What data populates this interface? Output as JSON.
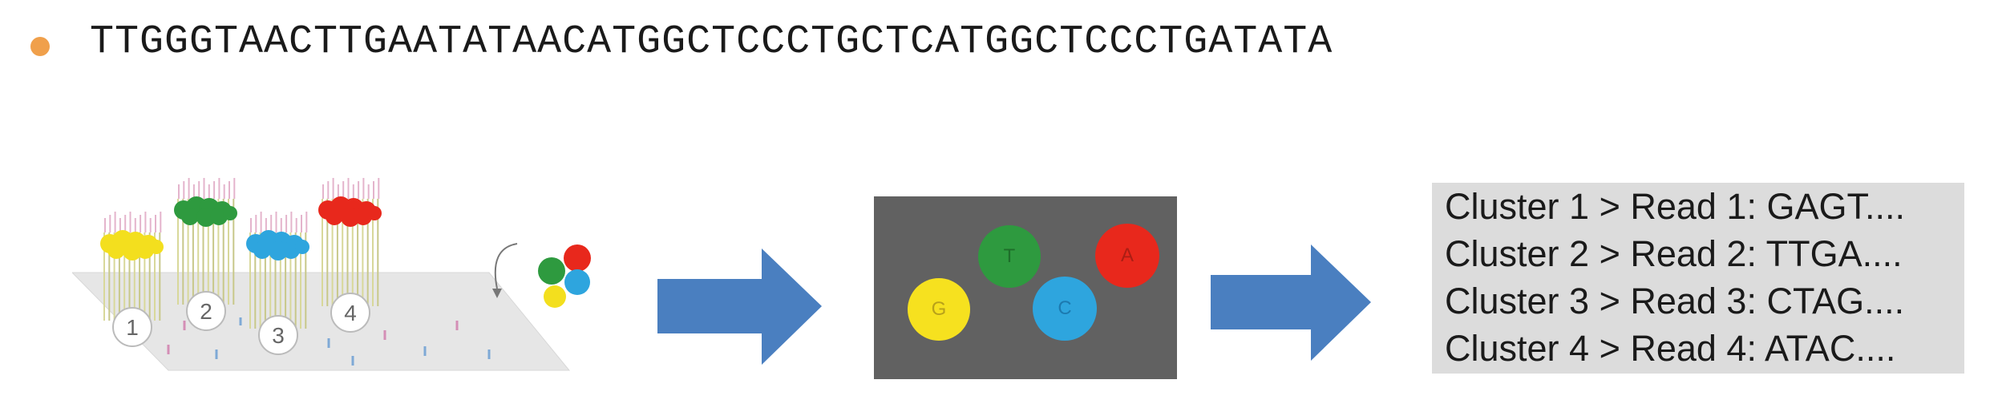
{
  "sequence": "TTGGGTAACTTGAATATAACATGGCTCCCTGCTCATGGCTCCCTGATATA",
  "flowcell": {
    "cluster_numbers": [
      "1",
      "2",
      "3",
      "4"
    ],
    "cluster_colors": [
      "#f3df1e",
      "#2e9a3f",
      "#2ea5de",
      "#e8281c"
    ]
  },
  "imager": {
    "spots": [
      {
        "label": "G",
        "color": "#f6e11f"
      },
      {
        "label": "T",
        "color": "#2e9a3f"
      },
      {
        "label": "C",
        "color": "#2ea5de"
      },
      {
        "label": "A",
        "color": "#e8281c"
      }
    ]
  },
  "arrow_color": "#4a7fc0",
  "reads": [
    "Cluster 1 > Read 1: GAGT....",
    "Cluster 2 > Read 2: TTGA....",
    "Cluster 3 > Read 3: CTAG....",
    "Cluster 4 > Read 4: ATAC...."
  ]
}
